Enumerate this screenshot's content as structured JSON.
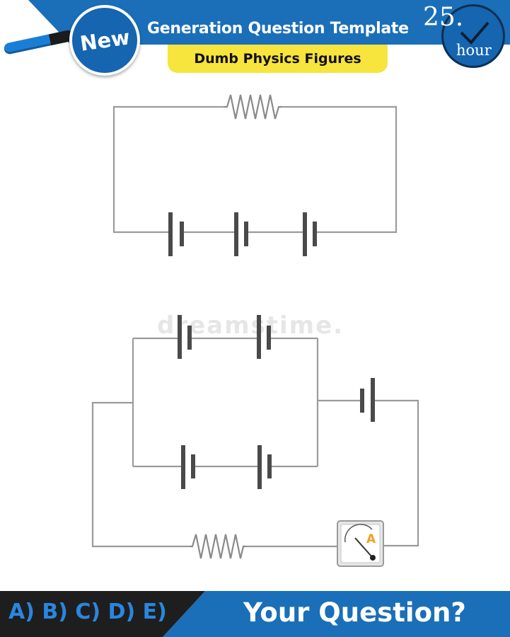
{
  "header": {
    "badge": "New",
    "title": "Generation Question Template",
    "subtitle": "Dumb Physics Figures",
    "clock_number": "25.",
    "clock_unit": "hour"
  },
  "watermark": "dreamstime.",
  "ammeter": {
    "label": "A"
  },
  "footer": {
    "options": "A) B) C) D) E)",
    "question": "Your Question?"
  },
  "colors": {
    "brand_blue": "#1a6fb8",
    "highlight_yellow": "#f7e43d",
    "dark": "#1e1e1e",
    "option_blue": "#2a86e0",
    "ammeter_orange": "#f0a020"
  }
}
